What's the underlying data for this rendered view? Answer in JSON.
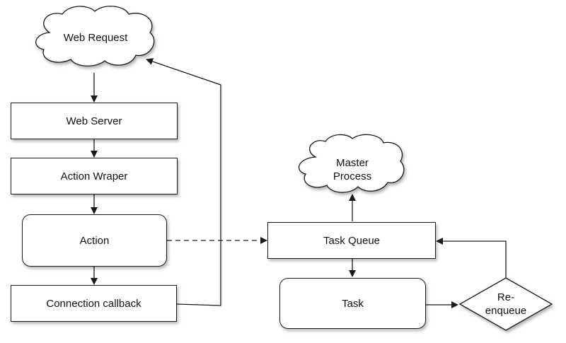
{
  "diagram": {
    "nodes": {
      "web_request": "Web Request",
      "web_server": "Web Server",
      "action_wrapper": "Action Wraper",
      "action": "Action",
      "connection_callback": "Connection callback",
      "master_process_line1": "Master",
      "master_process_line2": "Process",
      "task_queue": "Task Queue",
      "task": "Task",
      "reenqueue_line1": "Re-",
      "reenqueue_line2": "enqueue"
    },
    "edges": [
      {
        "from": "web_request",
        "to": "web_server",
        "style": "solid"
      },
      {
        "from": "web_server",
        "to": "action_wrapper",
        "style": "solid"
      },
      {
        "from": "action_wrapper",
        "to": "action",
        "style": "solid"
      },
      {
        "from": "action",
        "to": "connection_callback",
        "style": "solid"
      },
      {
        "from": "connection_callback",
        "to": "web_request",
        "style": "solid"
      },
      {
        "from": "action",
        "to": "task_queue",
        "style": "dashed"
      },
      {
        "from": "task_queue",
        "to": "master_process",
        "style": "solid"
      },
      {
        "from": "task_queue",
        "to": "task",
        "style": "solid"
      },
      {
        "from": "task",
        "to": "reenqueue",
        "style": "solid"
      },
      {
        "from": "reenqueue",
        "to": "task_queue",
        "style": "solid"
      }
    ],
    "colors": {
      "stroke": "#1a1a1a",
      "fill": "#ffffff"
    }
  }
}
